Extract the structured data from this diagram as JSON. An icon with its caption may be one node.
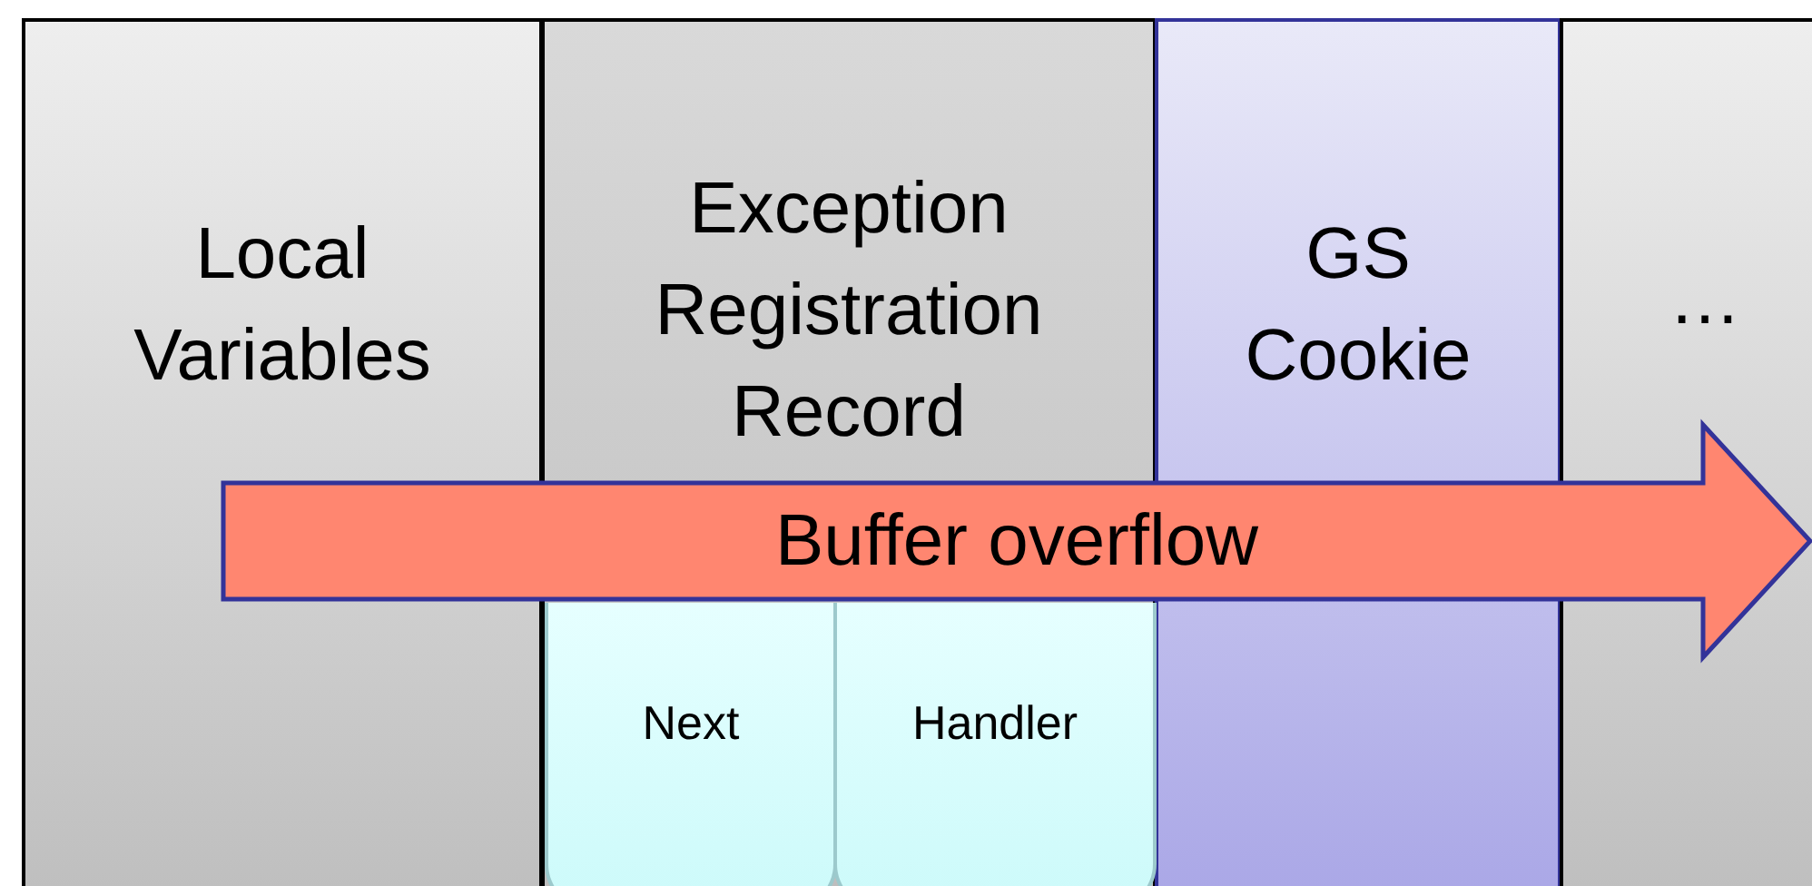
{
  "diagram": {
    "nodes": [
      {
        "text": [
          "Local Variables"
        ]
      },
      {
        "text": [
          "Exception Registration Record"
        ]
      },
      {
        "text": [
          "Next"
        ],
        "in": 1
      },
      {
        "text": [
          "Handler"
        ],
        "in": 1
      },
      {
        "text": [
          "GS Cookie"
        ]
      },
      {
        "text": [
          "…"
        ]
      },
      {
        "text": [
          "Buffer overflow"
        ]
      }
    ]
  }
}
